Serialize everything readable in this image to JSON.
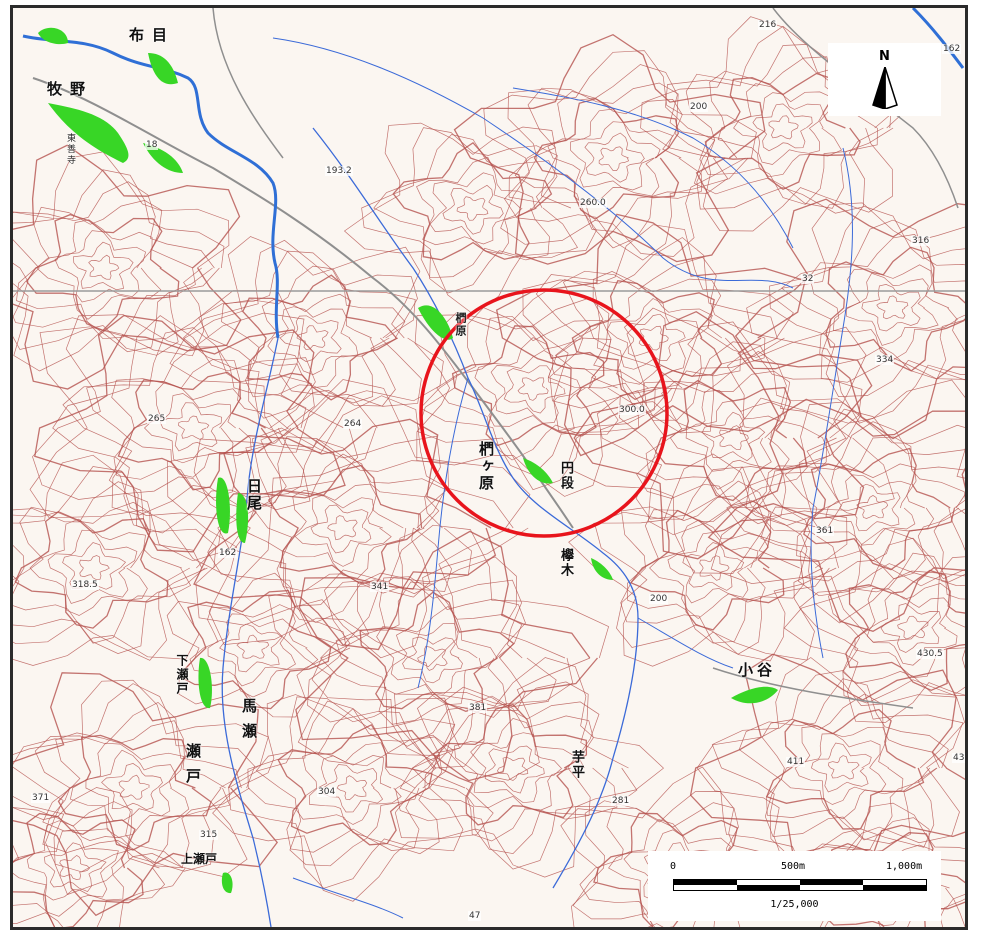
{
  "map": {
    "place_labels": [
      {
        "id": "nunome",
        "text": "布目"
      },
      {
        "id": "makino",
        "text": "牧野"
      },
      {
        "id": "hio",
        "text": "日尾"
      },
      {
        "id": "kunugigahara-small",
        "text": "椚原"
      },
      {
        "id": "kunugigahara",
        "text": "椚ヶ原"
      },
      {
        "id": "endan",
        "text": "円段"
      },
      {
        "id": "keyaki",
        "text": "欅木"
      },
      {
        "id": "odani",
        "text": "小谷"
      },
      {
        "id": "shimoseto",
        "text": "下瀬戸"
      },
      {
        "id": "mase",
        "text": "馬瀬"
      },
      {
        "id": "seto",
        "text": "瀬戸"
      },
      {
        "id": "imodaira",
        "text": "芋平"
      },
      {
        "id": "kamiseto",
        "text": "上瀬戸"
      },
      {
        "id": "tozenji",
        "text": "東善寺"
      }
    ],
    "elevations": [
      {
        "id": "e216",
        "text": "216"
      },
      {
        "id": "e162",
        "text": "162"
      },
      {
        "id": "e200a",
        "text": "200"
      },
      {
        "id": "e18",
        "text": "18"
      },
      {
        "id": "e1932",
        "text": "193.2"
      },
      {
        "id": "e2600",
        "text": "260.0"
      },
      {
        "id": "e316",
        "text": "316"
      },
      {
        "id": "e32",
        "text": "32"
      },
      {
        "id": "e334",
        "text": "334"
      },
      {
        "id": "e265",
        "text": "265"
      },
      {
        "id": "e264",
        "text": "264"
      },
      {
        "id": "e3000",
        "text": "300.0"
      },
      {
        "id": "e361",
        "text": "361"
      },
      {
        "id": "e162b",
        "text": "162"
      },
      {
        "id": "e3185",
        "text": "318.5"
      },
      {
        "id": "e341",
        "text": "341"
      },
      {
        "id": "e200b",
        "text": "200"
      },
      {
        "id": "e4305",
        "text": "430.5"
      },
      {
        "id": "e381",
        "text": "381"
      },
      {
        "id": "e43",
        "text": "43"
      },
      {
        "id": "e411",
        "text": "411"
      },
      {
        "id": "e371",
        "text": "371"
      },
      {
        "id": "e304",
        "text": "304"
      },
      {
        "id": "e281",
        "text": "281"
      },
      {
        "id": "e315",
        "text": "315"
      },
      {
        "id": "e47",
        "text": "47"
      }
    ],
    "highlight_circle": {
      "color": "#e8141c"
    },
    "colors": {
      "contour": "#b5524f",
      "river": "#2f6fd6",
      "stream": "#3b6ad8",
      "settlement_fill": "#38d626",
      "road": "#8f8f8f",
      "background": "#fbf6f1"
    }
  },
  "north_arrow": {
    "letter": "N",
    "icon": "north-arrow-icon"
  },
  "scale_bar": {
    "tick_start": "0",
    "tick_mid": "500m",
    "tick_end": "1,000m",
    "ratio": "1/25,000"
  }
}
